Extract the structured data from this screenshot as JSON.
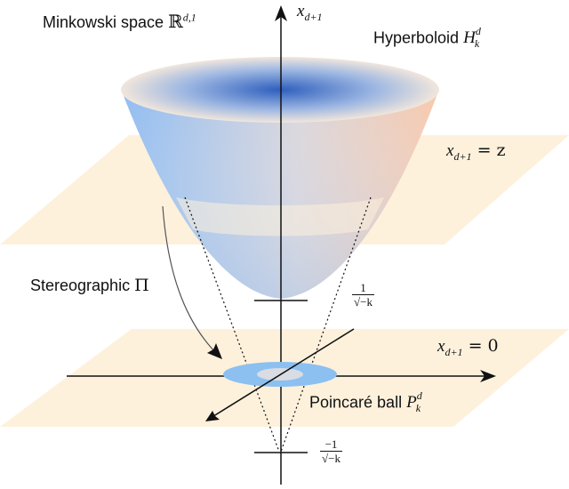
{
  "labels": {
    "space_text": "Minkowski space",
    "space_symbol": "ℝ",
    "space_sup": "d,1",
    "axis_var": "x",
    "axis_sub": "d+1",
    "hyperboloid_text": "Hyperboloid",
    "hyperboloid_symbol": "H",
    "hyperboloid_sub": "k",
    "hyperboloid_sup": "d",
    "plane_top_var": "x",
    "plane_top_sub": "d+1",
    "plane_top_rhs": " = z",
    "plane_bottom_var": "x",
    "plane_bottom_sub": "d+1",
    "plane_bottom_rhs": " = 0",
    "stereo_text": "Stereographic",
    "stereo_symbol": "Π",
    "ball_text": "Poincaré ball",
    "ball_symbol": "P",
    "ball_sub": "k",
    "ball_sup": "d",
    "tick_upper_num": "1",
    "tick_upper_den": "√−k",
    "tick_lower_num": "−1",
    "tick_lower_den": "√−k"
  },
  "colors": {
    "plane_fill": "#fdf1dc",
    "cone_left": "#8fbcf2",
    "cone_right": "#f7c9ad",
    "cone_inner": "#3a6bc8",
    "ball_ring": "#8cc0f0",
    "ball_center": "#d9dde3",
    "line": "#111111"
  }
}
